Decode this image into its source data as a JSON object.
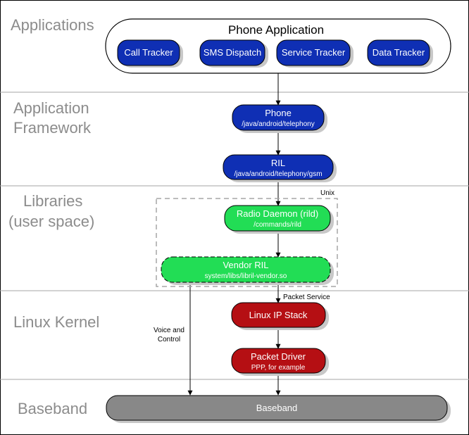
{
  "layers": {
    "applications": "Applications",
    "framework_line1": "Application",
    "framework_line2": "Framework",
    "libraries_line1": "Libraries",
    "libraries_line2": "(user space)",
    "kernel": "Linux Kernel",
    "baseband": "Baseband"
  },
  "phone_application": {
    "title": "Phone Application",
    "items": [
      "Call Tracker",
      "SMS Dispatch",
      "Service Tracker",
      "Data Tracker"
    ]
  },
  "framework": {
    "phone": {
      "title": "Phone",
      "subtitle": "/java/android/telephony"
    },
    "ril": {
      "title": "RIL",
      "subtitle": "/java/android/telephony/gsm"
    }
  },
  "libraries": {
    "unix_label": "Unix",
    "rild": {
      "title": "Radio Daemon (rild)",
      "subtitle": "/commands/rild"
    },
    "vendor_ril": {
      "title": "Vendor RIL",
      "subtitle": "system/libs/libril-vendor.so"
    }
  },
  "kernel": {
    "packet_service_label": "Packet Service",
    "ip_stack": {
      "title": "Linux IP Stack"
    },
    "packet_driver": {
      "title": "Packet Driver",
      "subtitle": "PPP, for example"
    },
    "voice_label_line1": "Voice and",
    "voice_label_line2": "Control"
  },
  "baseband": {
    "title": "Baseband"
  },
  "colors": {
    "blue": "#0f2fb4",
    "green": "#22dd55",
    "red": "#b50f13",
    "gray": "#888888",
    "shadow": "#c8c8c8",
    "divider": "#a6a6a6"
  }
}
